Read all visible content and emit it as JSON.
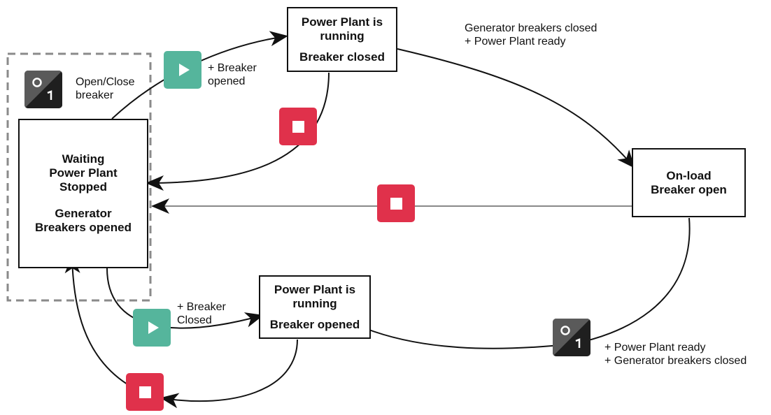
{
  "colors": {
    "play_button": "#55b59c",
    "stop_button": "#e0314b",
    "breaker_button": "#2b2b2b",
    "breaker_button_light": "#5a5a5a",
    "dashed_group": "#8a8a8a",
    "line": "#111111"
  },
  "states": {
    "waiting": {
      "line1": "Waiting",
      "line2": "Power Plant",
      "line3": "Stopped",
      "line4": "Generator",
      "line5": "Breakers opened"
    },
    "running_closed": {
      "line1": "Power Plant is",
      "line2": "running",
      "line3": "Breaker closed"
    },
    "onload": {
      "line1": "On-load",
      "line2": "Breaker open"
    },
    "running_opened": {
      "line1": "Power Plant is",
      "line2": "running",
      "line3": "Breaker opened"
    }
  },
  "labels": {
    "open_close_breaker": [
      "Open/Close",
      "breaker"
    ],
    "plus_breaker_opened": [
      "+ Breaker",
      "opened"
    ],
    "gen_breakers_closed_ready": [
      "Generator breakers closed",
      "+ Power Plant ready"
    ],
    "plus_breaker_closed": [
      "+ Breaker",
      "Closed"
    ],
    "ready_gen_breakers_closed": [
      "+ Power Plant ready",
      "+ Generator breakers closed"
    ]
  },
  "icons": {
    "play": "play-icon",
    "stop": "stop-icon",
    "breaker": "breaker-toggle-icon"
  }
}
